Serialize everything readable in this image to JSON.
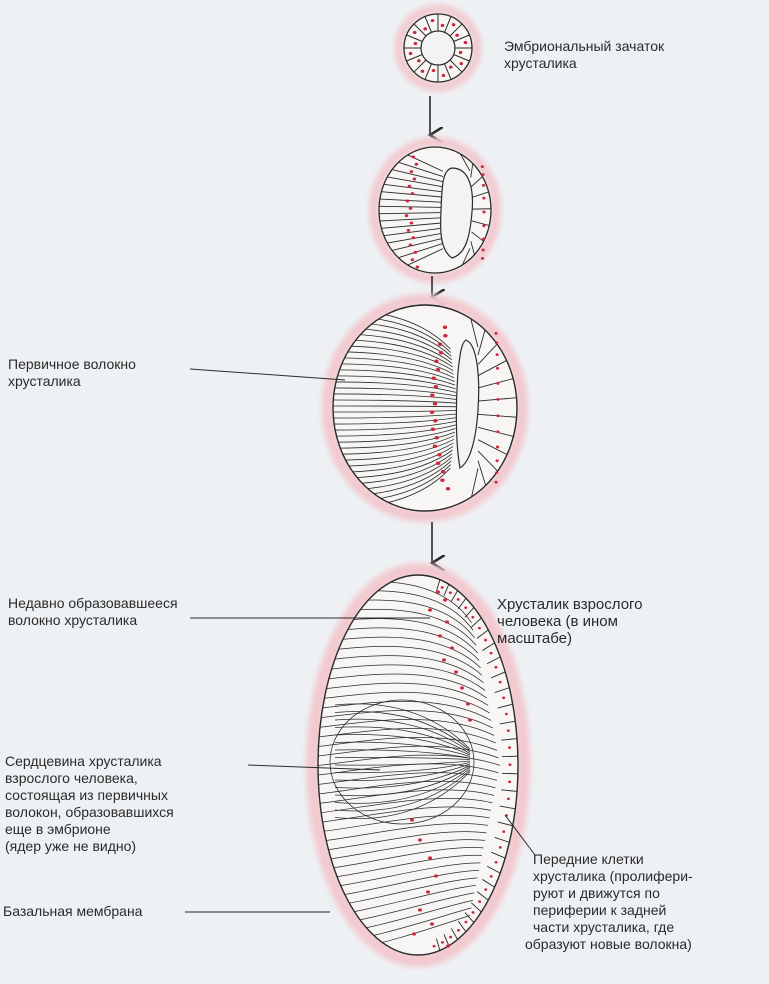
{
  "labels": {
    "embryonic": [
      "Эмбриональный зачаток",
      "хрусталика"
    ],
    "primary_fiber": [
      "Первичное волокно",
      "хрусталика"
    ],
    "recent_fiber": [
      "Недавно образовавшееся",
      "волокно хрусталика"
    ],
    "adult_lens": [
      "Хрусталик взрослого",
      "человека  (в ином",
      "масштабе)"
    ],
    "nucleus": [
      "Сердцевина хрусталика",
      "взрослого человека,",
      "состоящая из первичных",
      "волокон, образовавшихся",
      "еще в эмбрионе",
      "(ядер уже не видно)"
    ],
    "basal_membrane": [
      "Базальная мембрана"
    ],
    "anterior_cells": [
      "Передние клетки",
      "хрусталика  (пролифери-",
      "руют и движутся по",
      "периферии к задней",
      "части  хрусталика, где",
      "образуют новые волокна)"
    ]
  },
  "colors": {
    "background": "#eef1f4",
    "halo": "#f2c9cf",
    "nucleus_dot": "#cc2a3c",
    "outline": "#2b2b2b"
  }
}
